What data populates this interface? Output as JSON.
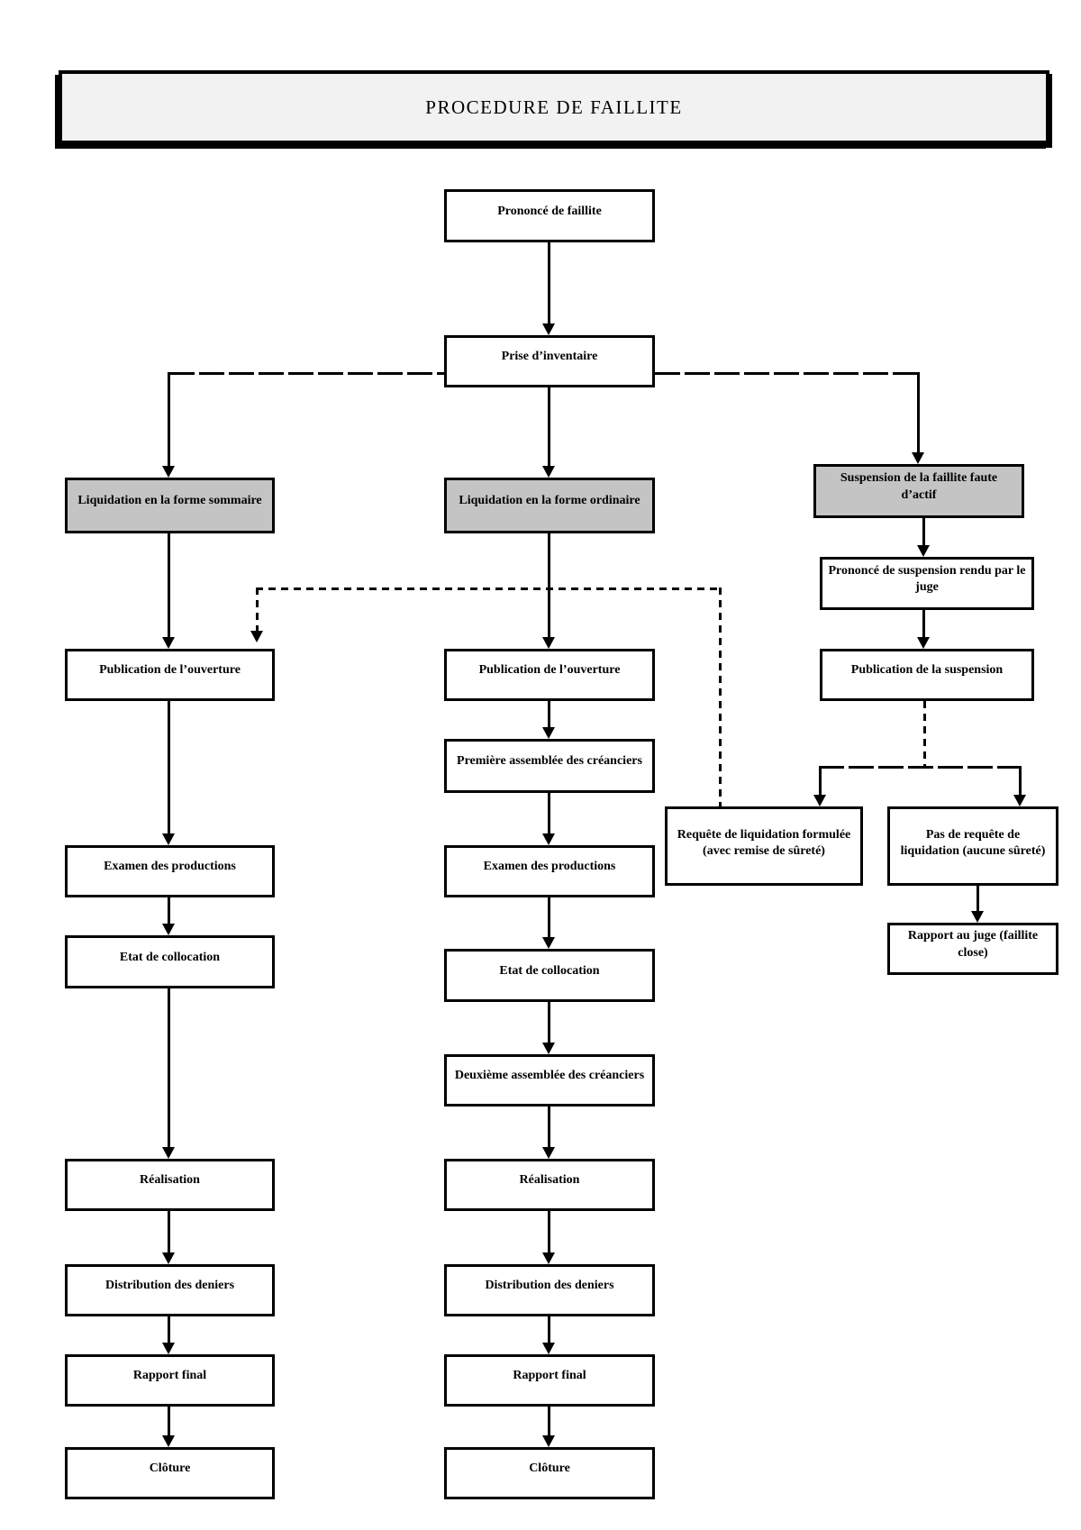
{
  "title": "PROCEDURE DE FAILLITE",
  "colors": {
    "line": "#000000",
    "node_fill": "#ffffff",
    "emphasis_fill": "#c4c4c4",
    "title_fill": "#f2f2f2"
  },
  "nodes": {
    "prononce_faillite": {
      "label": "Prononcé de faillite"
    },
    "prise_inventaire": {
      "label": "Prise d’inventaire"
    },
    "liquidation_sommaire": {
      "label": "Liquidation en la forme sommaire"
    },
    "liquidation_ordinaire": {
      "label": "Liquidation en la forme ordinaire"
    },
    "suspension_faillite": {
      "label": "Suspension de la faillite faute d’actif"
    },
    "publication_ouverture_sommaire": {
      "label": "Publication de l’ouverture"
    },
    "examen_productions_sommaire": {
      "label": "Examen des productions"
    },
    "etat_collocation_sommaire": {
      "label": "Etat de collocation"
    },
    "realisation_sommaire": {
      "label": "Réalisation"
    },
    "distribution_deniers_sommaire": {
      "label": "Distribution des deniers"
    },
    "rapport_final_sommaire": {
      "label": "Rapport final"
    },
    "cloture_sommaire": {
      "label": "Clôture"
    },
    "publication_ouverture_ordinaire": {
      "label": "Publication de l’ouverture"
    },
    "premiere_assemblee": {
      "label": "Première assemblée des créanciers"
    },
    "examen_productions_ordinaire": {
      "label": "Examen des productions"
    },
    "etat_collocation_ordinaire": {
      "label": "Etat de collocation"
    },
    "deuxieme_assemblee": {
      "label": "Deuxième assemblée des créanciers"
    },
    "realisation_ordinaire": {
      "label": "Réalisation"
    },
    "distribution_deniers_ordinaire": {
      "label": "Distribution des deniers"
    },
    "rapport_final_ordinaire": {
      "label": "Rapport final"
    },
    "cloture_ordinaire": {
      "label": "Clôture"
    },
    "prononce_suspension": {
      "label": "Prononcé de suspension rendu par le juge"
    },
    "publication_suspension": {
      "label": "Publication de la suspension"
    },
    "requete_liquidation": {
      "label": "Requête de liquidation formulée (avec remise de sûreté)"
    },
    "pas_requete_liquidation": {
      "label": "Pas de requête de liquidation (aucune sûreté)"
    },
    "rapport_au_juge": {
      "label": "Rapport au juge (faillite close)"
    }
  },
  "edges": [
    {
      "from": "prononce_faillite",
      "to": "prise_inventaire",
      "style": "solid-arrow"
    },
    {
      "from": "prise_inventaire",
      "to": "liquidation_sommaire",
      "style": "long-dash-branch-arrow"
    },
    {
      "from": "prise_inventaire",
      "to": "liquidation_ordinaire",
      "style": "solid-arrow"
    },
    {
      "from": "prise_inventaire",
      "to": "suspension_faillite",
      "style": "long-dash-branch-arrow"
    },
    {
      "from": "liquidation_sommaire",
      "to": "publication_ouverture_sommaire",
      "style": "solid-arrow"
    },
    {
      "from": "publication_ouverture_sommaire",
      "to": "examen_productions_sommaire",
      "style": "solid-arrow"
    },
    {
      "from": "examen_productions_sommaire",
      "to": "etat_collocation_sommaire",
      "style": "solid-arrow"
    },
    {
      "from": "etat_collocation_sommaire",
      "to": "realisation_sommaire",
      "style": "solid-arrow"
    },
    {
      "from": "realisation_sommaire",
      "to": "distribution_deniers_sommaire",
      "style": "solid-arrow"
    },
    {
      "from": "distribution_deniers_sommaire",
      "to": "rapport_final_sommaire",
      "style": "solid-arrow"
    },
    {
      "from": "rapport_final_sommaire",
      "to": "cloture_sommaire",
      "style": "solid-arrow"
    },
    {
      "from": "liquidation_ordinaire",
      "to": "publication_ouverture_ordinaire",
      "style": "solid-arrow"
    },
    {
      "from": "publication_ouverture_ordinaire",
      "to": "premiere_assemblee",
      "style": "solid-arrow"
    },
    {
      "from": "premiere_assemblee",
      "to": "examen_productions_ordinaire",
      "style": "solid-arrow"
    },
    {
      "from": "examen_productions_ordinaire",
      "to": "etat_collocation_ordinaire",
      "style": "solid-arrow"
    },
    {
      "from": "etat_collocation_ordinaire",
      "to": "deuxieme_assemblee",
      "style": "solid-arrow"
    },
    {
      "from": "deuxieme_assemblee",
      "to": "realisation_ordinaire",
      "style": "solid-arrow"
    },
    {
      "from": "realisation_ordinaire",
      "to": "distribution_deniers_ordinaire",
      "style": "solid-arrow"
    },
    {
      "from": "distribution_deniers_ordinaire",
      "to": "rapport_final_ordinaire",
      "style": "solid-arrow"
    },
    {
      "from": "rapport_final_ordinaire",
      "to": "cloture_ordinaire",
      "style": "solid-arrow"
    },
    {
      "from": "suspension_faillite",
      "to": "prononce_suspension",
      "style": "solid-arrow"
    },
    {
      "from": "prononce_suspension",
      "to": "publication_suspension",
      "style": "solid-arrow"
    },
    {
      "from": "publication_suspension",
      "to": "requete_liquidation",
      "style": "dashed-then-solid-arrow"
    },
    {
      "from": "publication_suspension",
      "to": "pas_requete_liquidation",
      "style": "dashed-then-solid-arrow"
    },
    {
      "from": "requete_liquidation",
      "to": "publication_ouverture_sommaire",
      "style": "dashed-arrow"
    },
    {
      "from": "pas_requete_liquidation",
      "to": "rapport_au_juge",
      "style": "solid-arrow"
    }
  ]
}
